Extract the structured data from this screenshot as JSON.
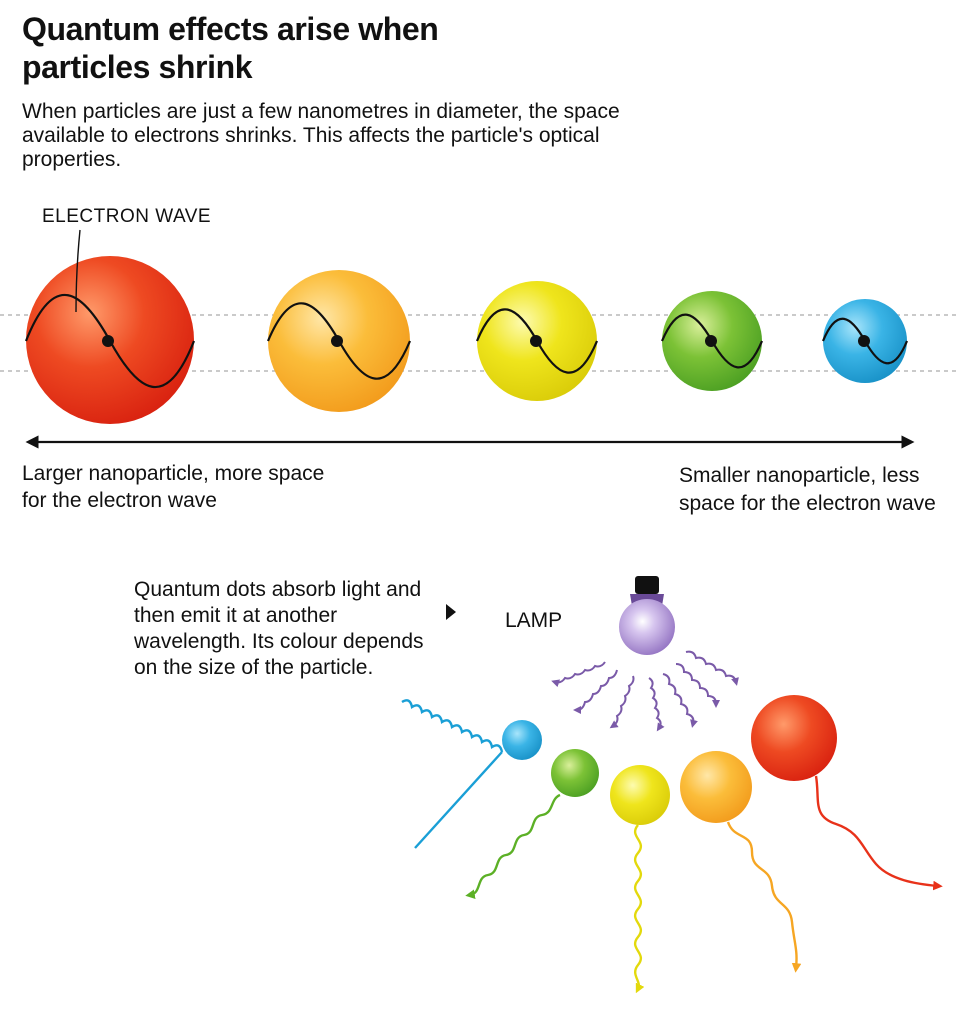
{
  "header": {
    "title": "Quantum effects arise when particles shrink",
    "intro": "When particles are just a few nanometres in diameter, the space available to electrons shrinks. This affects the particle's optical properties."
  },
  "top_diagram": {
    "electron_wave_label": "ELECTRON WAVE",
    "left_caption": "Larger nanoparticle, more space for the electron wave",
    "right_caption": "Smaller nanoparticle, less space for the electron wave",
    "particles": [
      {
        "name": "red",
        "color": "#e8321a",
        "size_rank": 5
      },
      {
        "name": "orange",
        "color": "#f6a623",
        "size_rank": 4
      },
      {
        "name": "yellow",
        "color": "#e3d90c",
        "size_rank": 3
      },
      {
        "name": "green",
        "color": "#5cb026",
        "size_rank": 2
      },
      {
        "name": "blue",
        "color": "#1a9fd6",
        "size_rank": 1
      }
    ]
  },
  "bottom_diagram": {
    "description": "Quantum dots absorb light and then emit it at another wavelength. Its colour depends on the size of the particle.",
    "lamp_label": "LAMP",
    "lamp_color": "#8d6cc0",
    "emission_colors": {
      "blue": "#1a9fd6",
      "green": "#5cb026",
      "yellow": "#e3d90c",
      "orange": "#f6a623",
      "red": "#e8321a"
    }
  }
}
